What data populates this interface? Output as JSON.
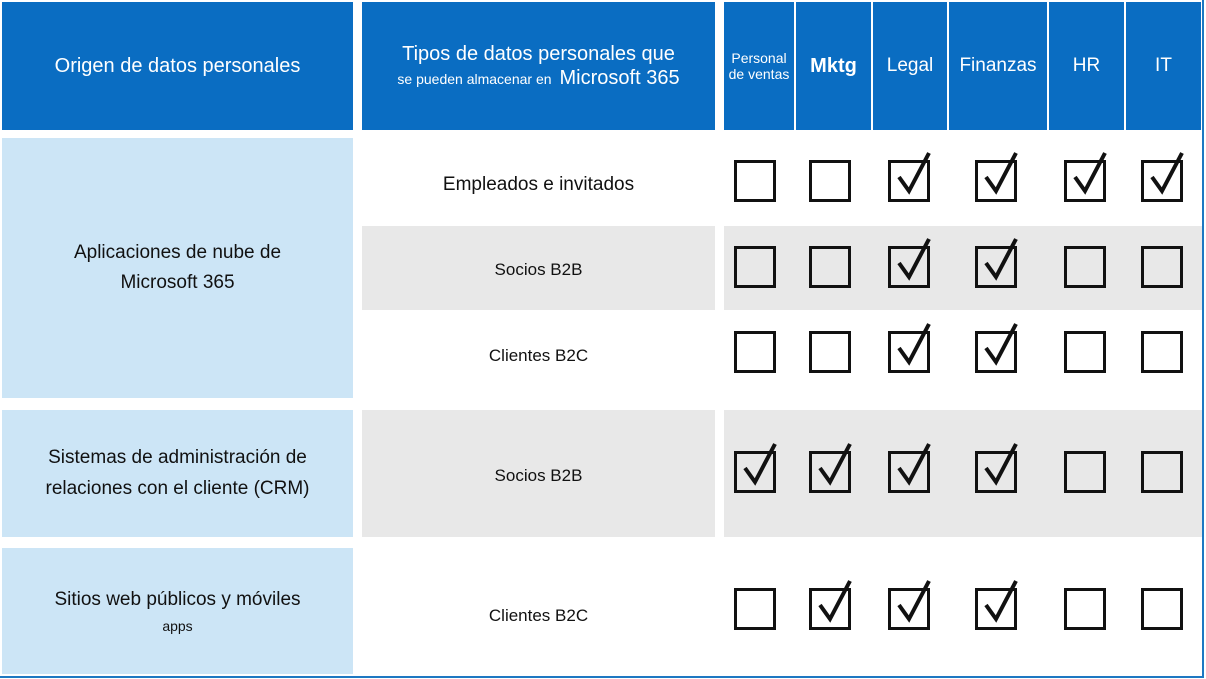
{
  "header": {
    "origin": "Origen de datos personales",
    "types_line1": "Tipos de datos personales que",
    "types_line2_small": "se pueden almacenar en",
    "types_line2_big": "Microsoft 365",
    "columns": [
      "Personal de ventas",
      "Mktg",
      "Legal",
      "Finanzas",
      "HR",
      "IT"
    ]
  },
  "groups": [
    {
      "label": "Aplicaciones de nube de Microsoft 365",
      "label_sub": ""
    },
    {
      "label": "Sistemas de administración de relaciones con el cliente (CRM)",
      "label_sub": ""
    },
    {
      "label": "Sitios web públicos y móviles",
      "label_sub": "apps"
    }
  ],
  "rows": [
    {
      "group": 0,
      "type": "Empleados e invitados",
      "checks": [
        false,
        false,
        true,
        true,
        true,
        true
      ]
    },
    {
      "group": 0,
      "type": "Socios B2B",
      "checks": [
        false,
        false,
        true,
        true,
        false,
        false
      ]
    },
    {
      "group": 0,
      "type": "Clientes B2C",
      "checks": [
        false,
        false,
        true,
        true,
        false,
        false
      ]
    },
    {
      "group": 1,
      "type": "Socios B2B",
      "checks": [
        true,
        true,
        true,
        true,
        false,
        false
      ]
    },
    {
      "group": 2,
      "type": "Clientes B2C",
      "checks": [
        false,
        true,
        true,
        true,
        false,
        false
      ]
    }
  ],
  "colors": {
    "header_bg": "#0a6dc2",
    "origin_bg": "#cce5f6",
    "band_bg": "#e8e8e8"
  }
}
